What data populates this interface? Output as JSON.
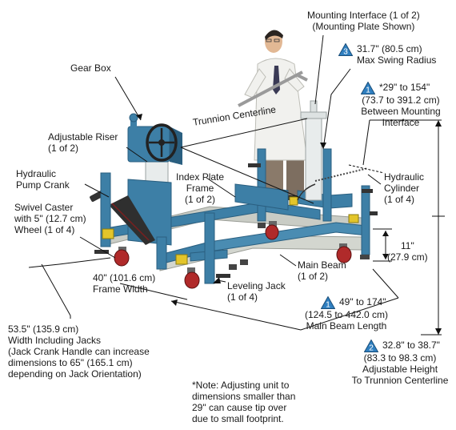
{
  "labels": {
    "mounting_interface": [
      "Mounting Interface (1 of 2)",
      "(Mounting Plate Shown)"
    ],
    "swing_radius": {
      "badge": "3",
      "lines": [
        "31.7\" (80.5 cm)",
        "Max Swing Radius"
      ]
    },
    "gear_box": "Gear Box",
    "between_mounting": {
      "badge": "1",
      "lines": [
        "*29\" to 154\"",
        "(73.7 to 391.2 cm)",
        "Between Mounting",
        "Interface"
      ]
    },
    "trunnion_centerline": "Trunnion Centerline",
    "adjustable_riser": [
      "Adjustable Riser",
      "(1 of 2)"
    ],
    "hydraulic_pump_crank": [
      "Hydraulic",
      "Pump Crank"
    ],
    "index_plate_frame": [
      "Index Plate",
      "Frame",
      "(1 of 2)"
    ],
    "hydraulic_cylinder": [
      "Hydraulic",
      "Cylinder",
      "(1 of 4)"
    ],
    "swivel_caster": [
      "Swivel Caster",
      "with 5\" (12.7 cm)",
      "Wheel (1 of 4)"
    ],
    "height_11": [
      "11\"",
      "(27.9 cm)"
    ],
    "main_beam": [
      "Main Beam",
      "(1 of 2)"
    ],
    "frame_width": [
      "40\" (101.6 cm)",
      "Frame Width"
    ],
    "leveling_jack": [
      "Leveling Jack",
      "(1 of 4)"
    ],
    "main_beam_length": {
      "badge": "1",
      "lines": [
        "49\" to 174\"",
        "(124.5 to 442.0 cm)",
        "Main Beam Length"
      ]
    },
    "width_jacks": [
      "53.5\" (135.9 cm)",
      "Width Including Jacks",
      "(Jack Crank Handle can increase",
      "dimensions to 65\" (165.1 cm)",
      "depending on Jack Orientation)"
    ],
    "adjustable_height": {
      "badge": "2",
      "lines": [
        "32.8\" to 38.7\"",
        "(83.3 to 98.3 cm)",
        "Adjustable Height",
        "To Trunnion Centerline"
      ]
    },
    "note": [
      "*Note: Adjusting unit to",
      "dimensions smaller than",
      "29\" can cause tip over",
      "due to small footprint."
    ]
  },
  "colors": {
    "frame_blue": "#3d7fa6",
    "frame_dark": "#2a5f80",
    "beam_gray": "#c9ccc5",
    "riser_white": "#e8ecec",
    "wheel_red": "#b02a2a",
    "jack_yellow": "#e3c52a",
    "badge_fill": "#2f7fc0"
  },
  "icons": [
    "triangle-badge-icon",
    "steering-wheel-icon",
    "person-icon"
  ]
}
